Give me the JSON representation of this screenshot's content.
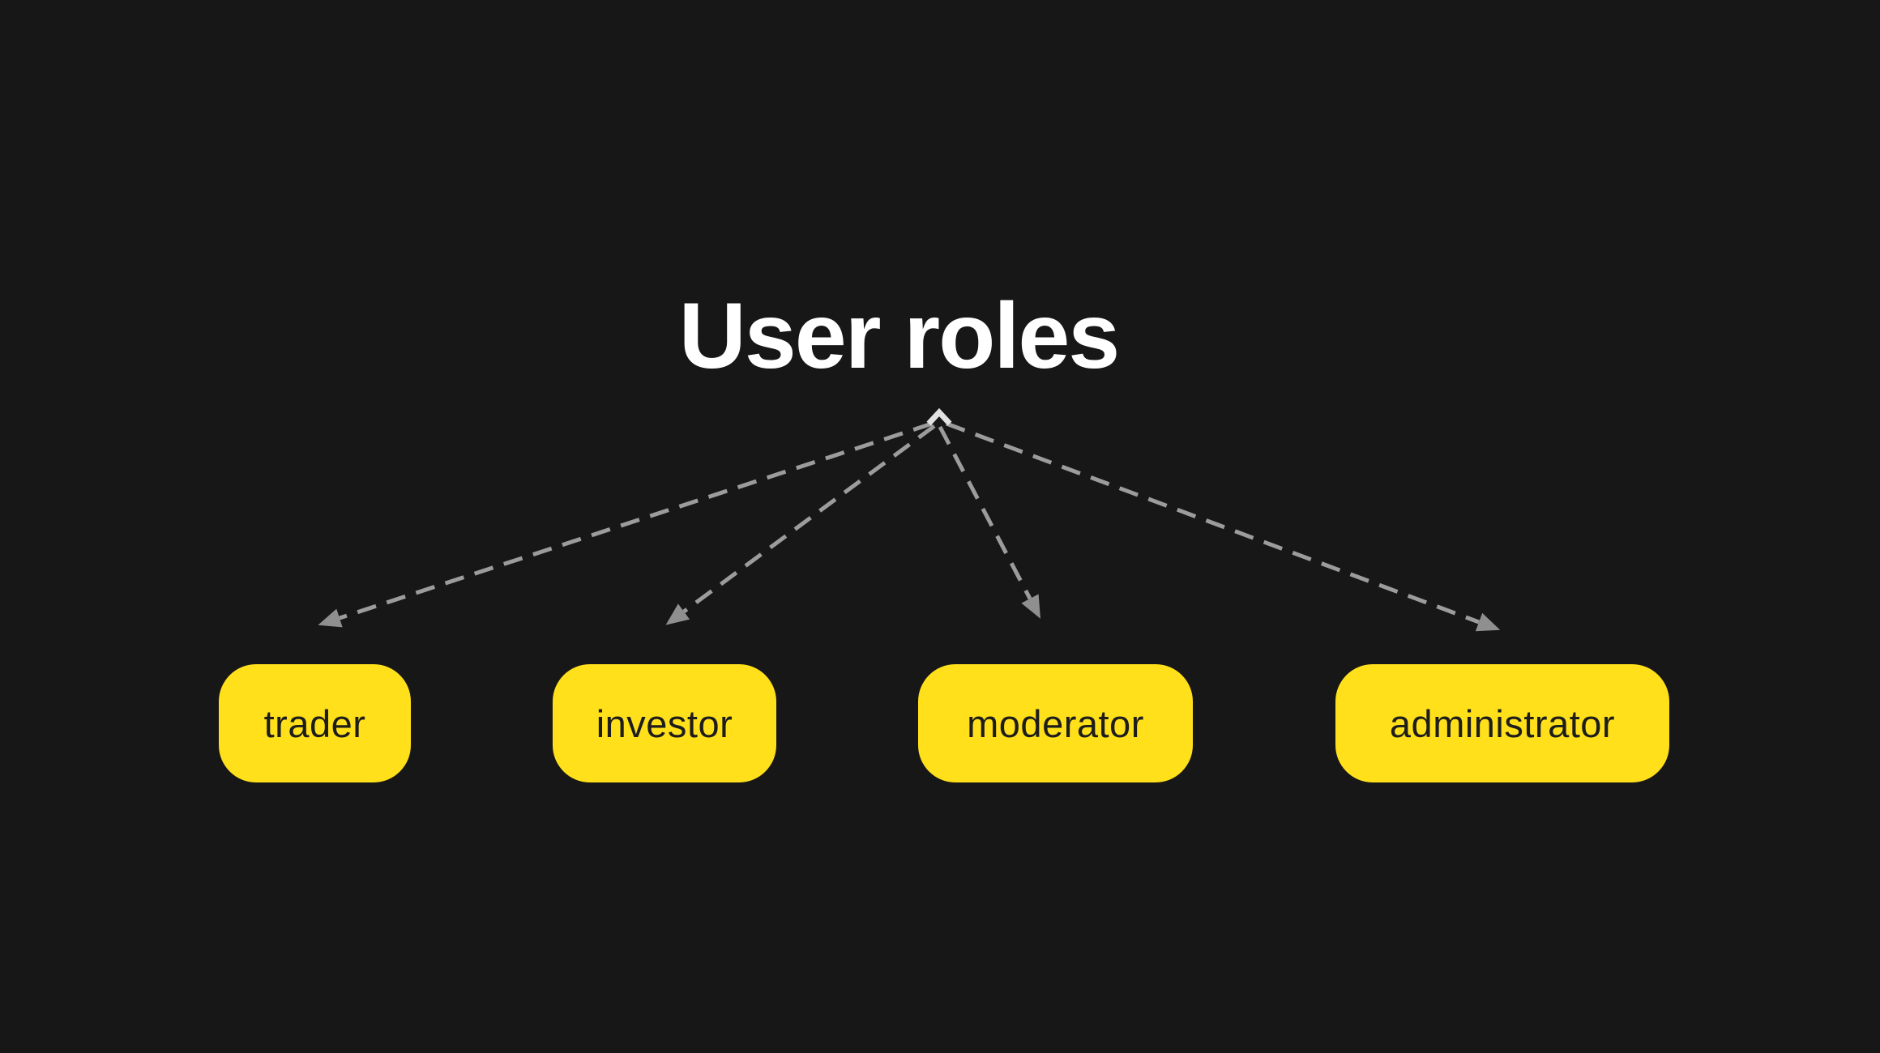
{
  "canvas": {
    "background_color": "#171717"
  },
  "title": {
    "text": "User roles",
    "color": "#ffffff"
  },
  "connectors": {
    "style": "dashed",
    "line_color": "#9c9c9c",
    "arrowhead_color": "#8f8f8f",
    "origin_marker": "up-chevron",
    "origin_marker_color": "#e2e2e2",
    "links": [
      {
        "from": "title",
        "to": "trader"
      },
      {
        "from": "title",
        "to": "investor"
      },
      {
        "from": "title",
        "to": "moderator"
      },
      {
        "from": "title",
        "to": "administrator"
      }
    ]
  },
  "nodes": [
    {
      "label": "trader"
    },
    {
      "label": "investor"
    },
    {
      "label": "moderator"
    },
    {
      "label": "administrator"
    }
  ],
  "node_style": {
    "background_color": "#ffe01a",
    "text_color": "#1d1d1b"
  }
}
